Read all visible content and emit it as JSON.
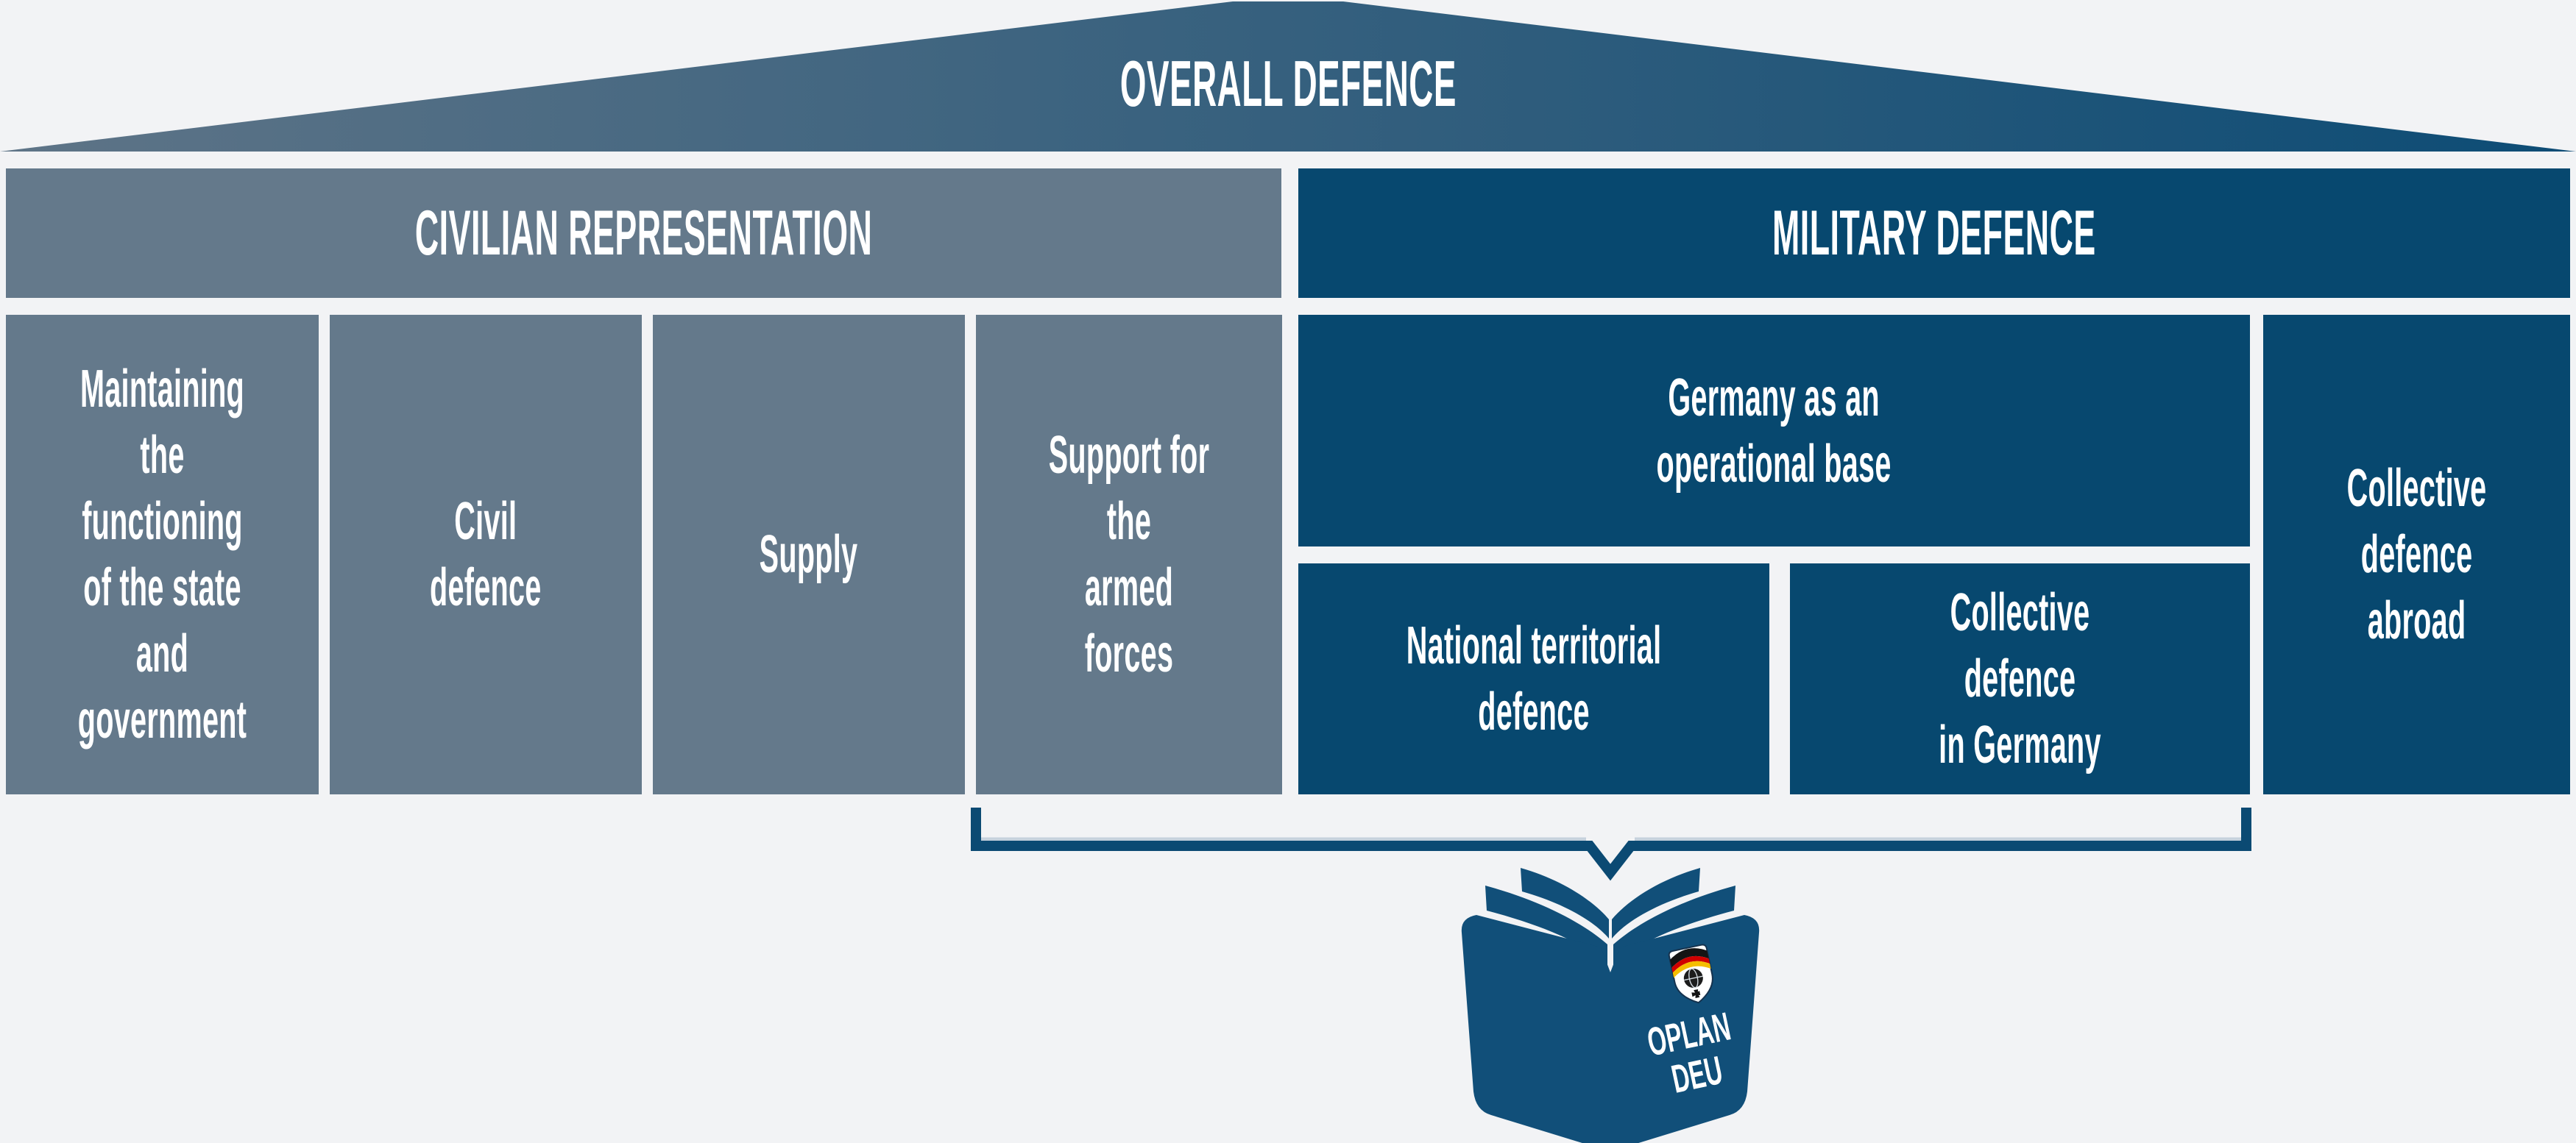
{
  "title": "OVERALL DEFENCE",
  "colors": {
    "background": "#F2F3F5",
    "slate_gray": "#64798B",
    "navy_blue": "#07486F",
    "roof_gradient_left": "#5E7487",
    "roof_gradient_right": "#0D4C75",
    "book_navy": "#114F79",
    "bracket_navy": "#0B4A73",
    "bracket_highlight": "#C6D2DD",
    "text_white": "#FFFFFF",
    "shield_black": "#141414",
    "shield_red": "#D00000",
    "shield_gold": "#F5BE00"
  },
  "sections": {
    "civilian": {
      "title": "CIVILIAN REPRESENTATION",
      "items": [
        "Maintaining\nthe functioning\nof the state\nand government",
        "Civil\ndefence",
        "Supply",
        "Support for the\narmed forces"
      ]
    },
    "military": {
      "title": "MILITARY DEFENCE",
      "boxes": {
        "operational_base": "Germany as an\noperational base",
        "national_territorial": "National territorial\ndefence",
        "collective_germany": "Collective defence\nin Germany",
        "collective_abroad": "Collective\ndefence\nabroad"
      }
    }
  },
  "oplan": {
    "line1": "OPLAN",
    "line2": "DEU",
    "icon": "open-book-icon",
    "emblem": "bundeswehr-oplan-shield-icon"
  }
}
